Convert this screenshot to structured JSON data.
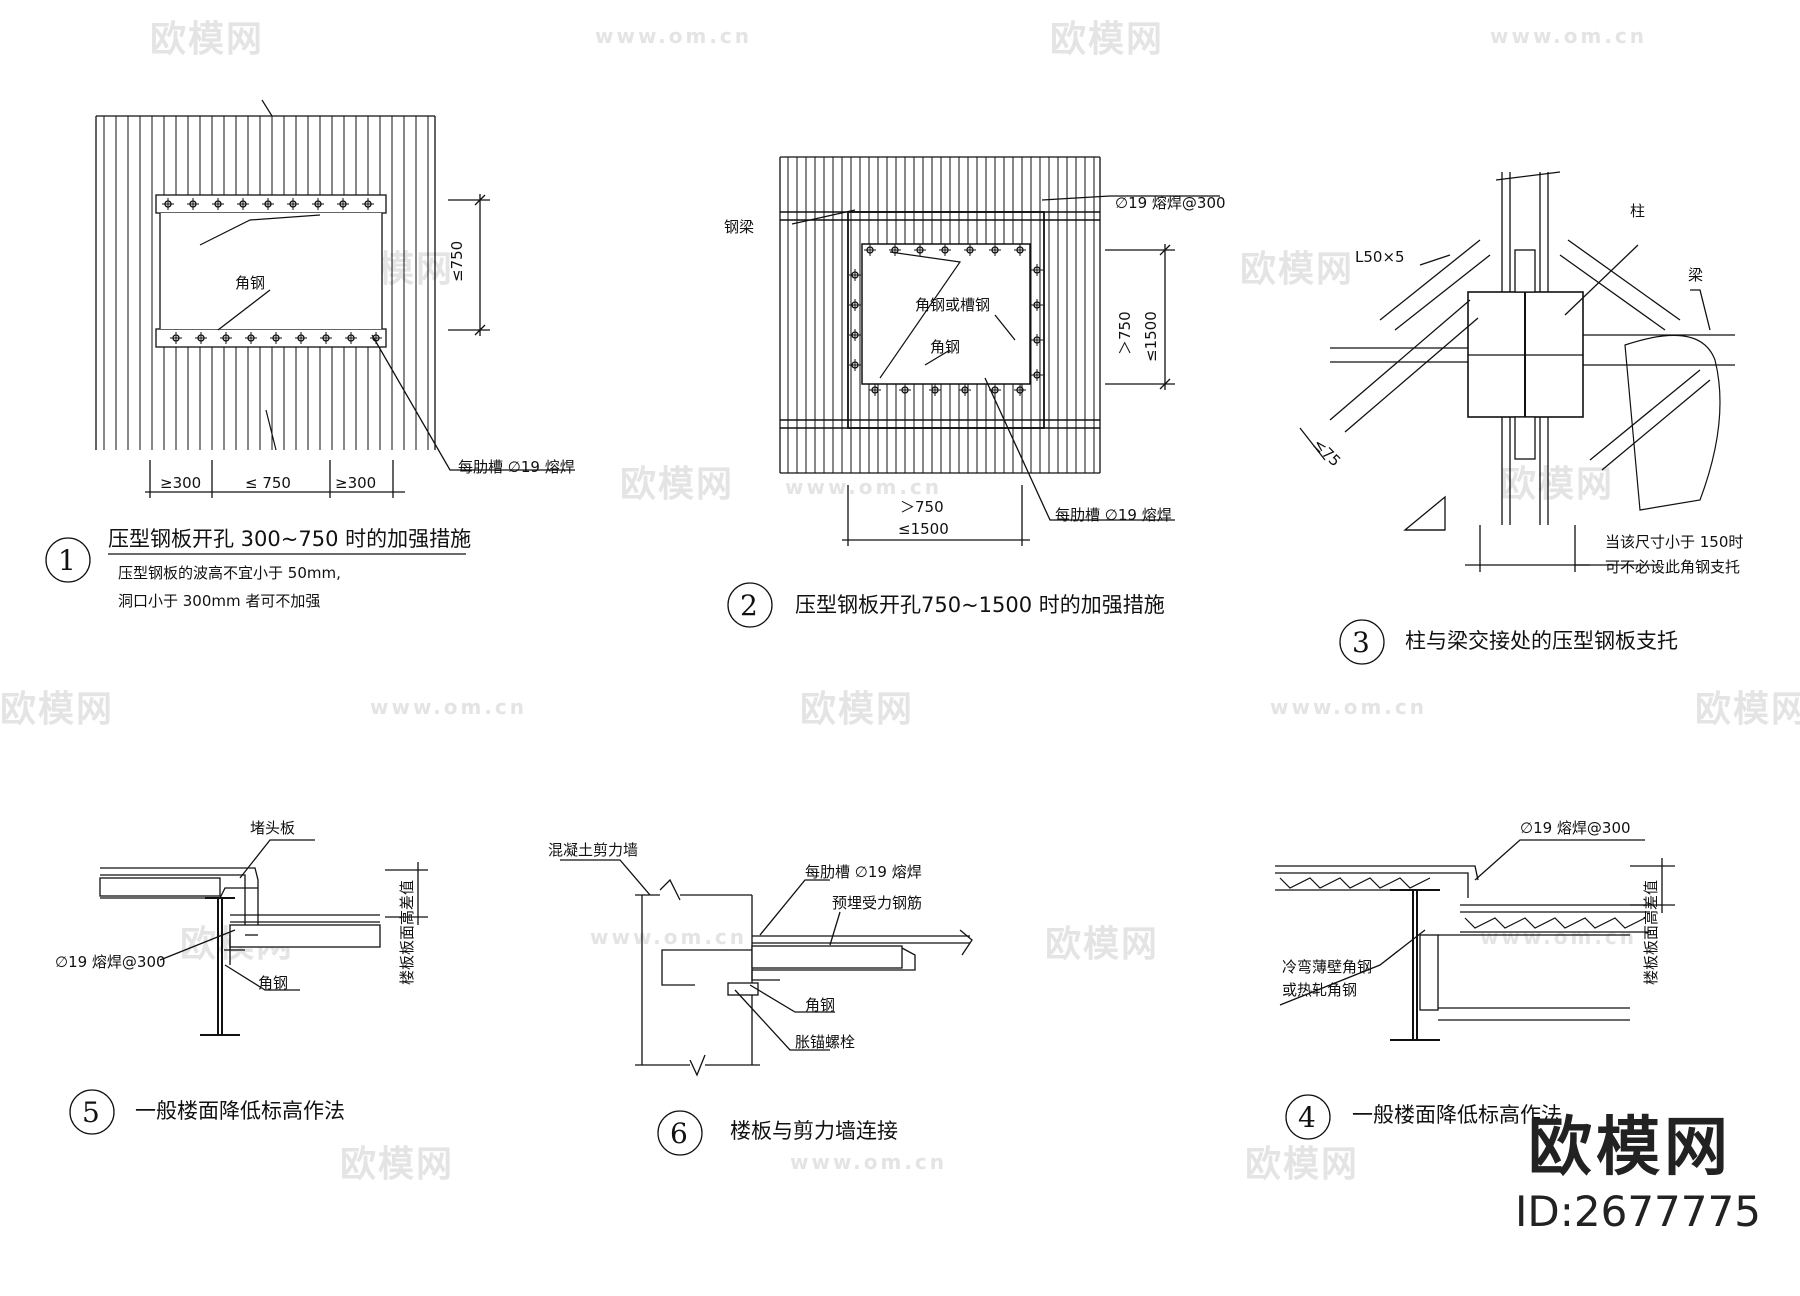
{
  "watermark": {
    "text": "欧模网",
    "url": "www.om.cn",
    "url_short": "om.cn"
  },
  "details": [
    {
      "id": "d1",
      "number": "1",
      "title": "压型钢板开孔 300~750 时的加强措施",
      "notes": [
        "压型钢板的波高不宜小于 50mm,",
        "洞口小于 300mm 者可不加强"
      ],
      "labels": {
        "angle": "角钢",
        "weld": "每肋槽 ∅19 熔焊",
        "dim_v": "≤750",
        "dim_a": "≥300",
        "dim_b": "≤ 750",
        "dim_c": "≥300"
      }
    },
    {
      "id": "d2",
      "number": "2",
      "title": "压型钢板开孔750~1500 时的加强措施",
      "labels": {
        "beam": "钢梁",
        "stud": "∅19 熔焊@300",
        "angle_or_channel": "角钢或槽钢",
        "angle": "角钢",
        "weld": "每肋槽 ∅19 熔焊",
        "dim_v1": "＞750",
        "dim_v2": "≤1500",
        "dim_h1": "＞750",
        "dim_h2": "≤1500"
      }
    },
    {
      "id": "d3",
      "number": "3",
      "title": "柱与梁交接处的压型钢板支托",
      "labels": {
        "angle_size": "L50×5",
        "column": "柱",
        "beam": "梁",
        "dim": "≤75",
        "note1": "当该尺寸小于 150时",
        "note2": "可不必设此角钢支托"
      }
    },
    {
      "id": "d5",
      "number": "5",
      "title": "一般楼面降低标高作法",
      "labels": {
        "end_plate": "堵头板",
        "stud": "∅19 熔焊@300",
        "angle": "角钢",
        "height_diff": "楼板板面高差值"
      }
    },
    {
      "id": "d6",
      "number": "6",
      "title": "楼板与剪力墙连接",
      "labels": {
        "wall": "混凝土剪力墙",
        "weld": "每肋槽 ∅19 熔焊",
        "rebar": "预埋受力钢筋",
        "angle": "角钢",
        "anchor": "胀锚螺栓"
      }
    },
    {
      "id": "d4",
      "number": "4",
      "title": "一般楼面降低标高作法",
      "labels": {
        "stud": "∅19 熔焊@300",
        "angle1": "冷弯薄壁角钢",
        "angle2": "或热轧角钢",
        "height_diff": "楼板板面高差值"
      }
    }
  ],
  "brand": {
    "name": "欧模网",
    "id": "ID:2677775"
  },
  "colors": {
    "line": "#111111",
    "watermark": "#e4e4e4",
    "background": "#ffffff"
  }
}
